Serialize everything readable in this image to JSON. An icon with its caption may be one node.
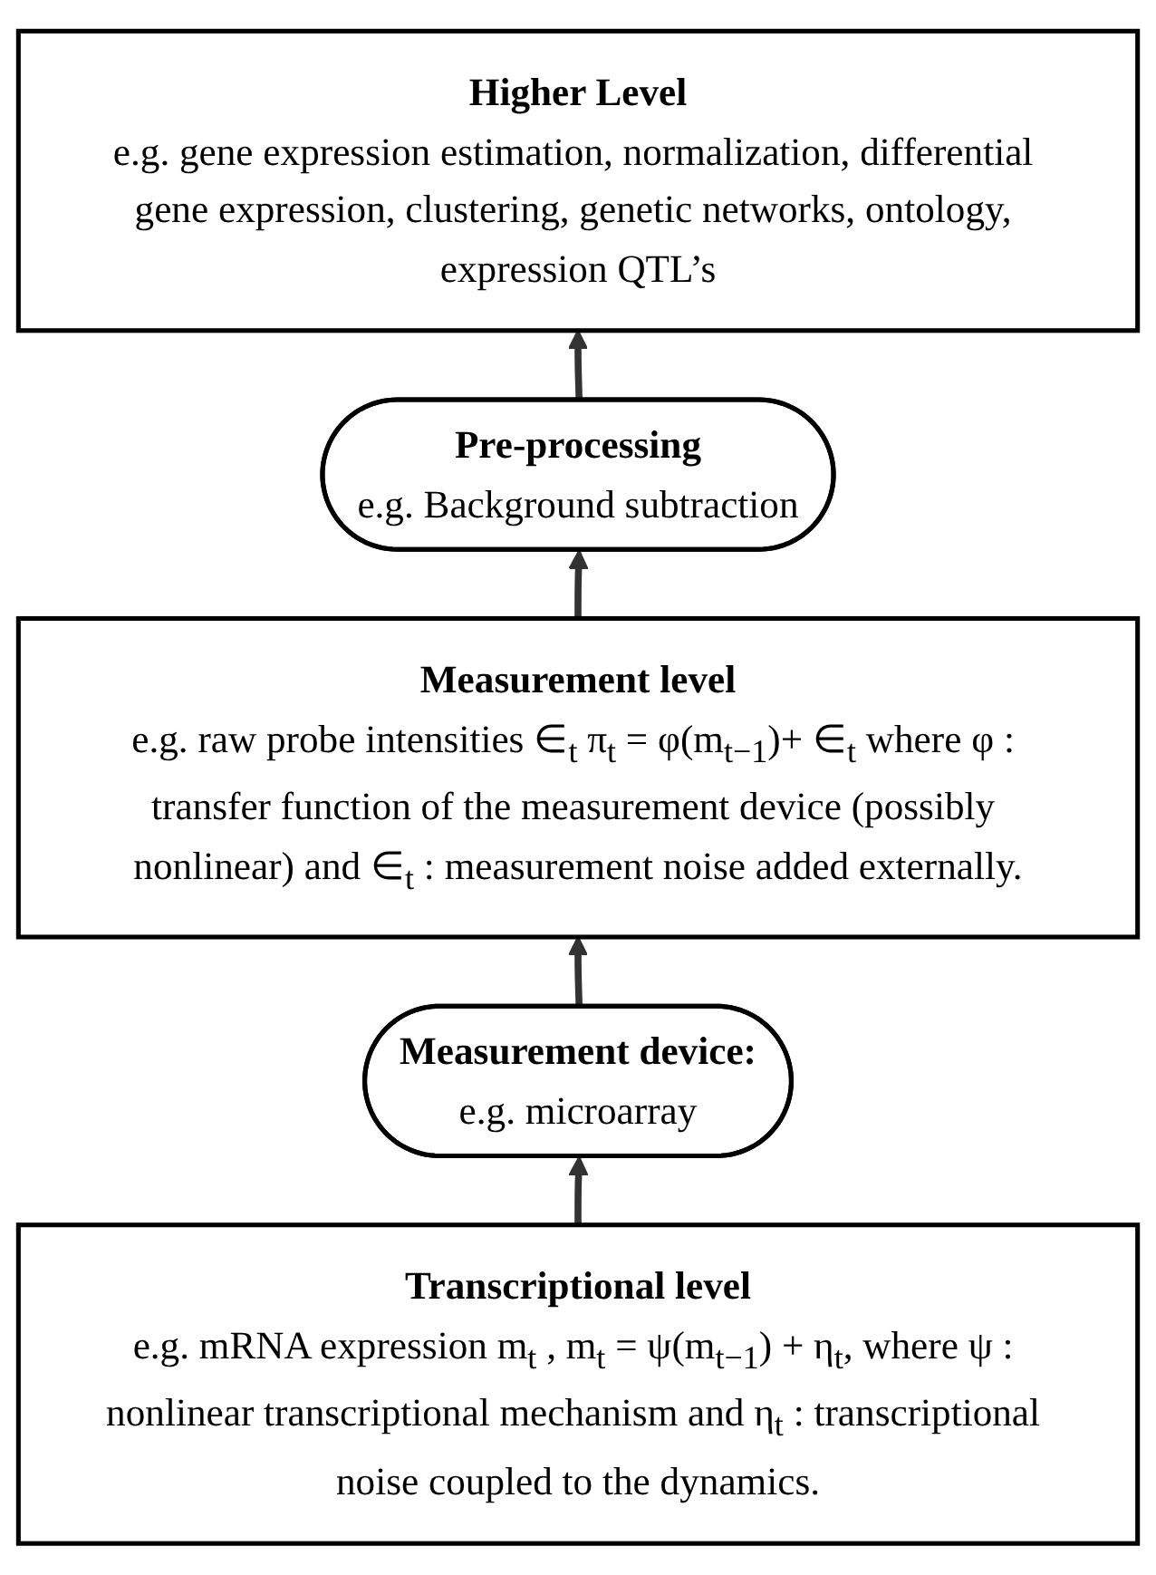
{
  "diagram": {
    "nodes": [
      {
        "text": [
          "Higher Level",
          "e.g. gene expression estimation, normalization, differential gene expression, clustering, genetic networks, ontology, expression QTL’s"
        ]
      },
      {
        "text": [
          "Pre-processing",
          "e.g. Background subtraction"
        ]
      },
      {
        "text": [
          "Measurement level",
          "e.g. raw probe intensities ∈$_{t}$ π$_{t}$ = φ(m$_{t−1}$)+ ∈$_{t}$ where φ : transfer function of the measurement device (possibly nonlinear) and ∈$_{t}$ : measurement noise added externally."
        ]
      },
      {
        "text": [
          "Measurement device:",
          "e.g. microarray"
        ]
      },
      {
        "text": [
          "Transcriptional level",
          "e.g. mRNA expression m$_{t}$ , m$_{t}$ = ψ(m$_{t−1}$) + η$_{t}$, where ψ : nonlinear transcriptional mechanism and η$_{t}$ : transcriptional noise coupled to the dynamics."
        ]
      }
    ],
    "edges": [
      {
        "from": 4,
        "to": 3,
        "arrow": "to"
      },
      {
        "from": 3,
        "to": 2,
        "arrow": "to"
      },
      {
        "from": 2,
        "to": 1,
        "arrow": "to"
      },
      {
        "from": 1,
        "to": 0,
        "arrow": "to"
      }
    ]
  }
}
